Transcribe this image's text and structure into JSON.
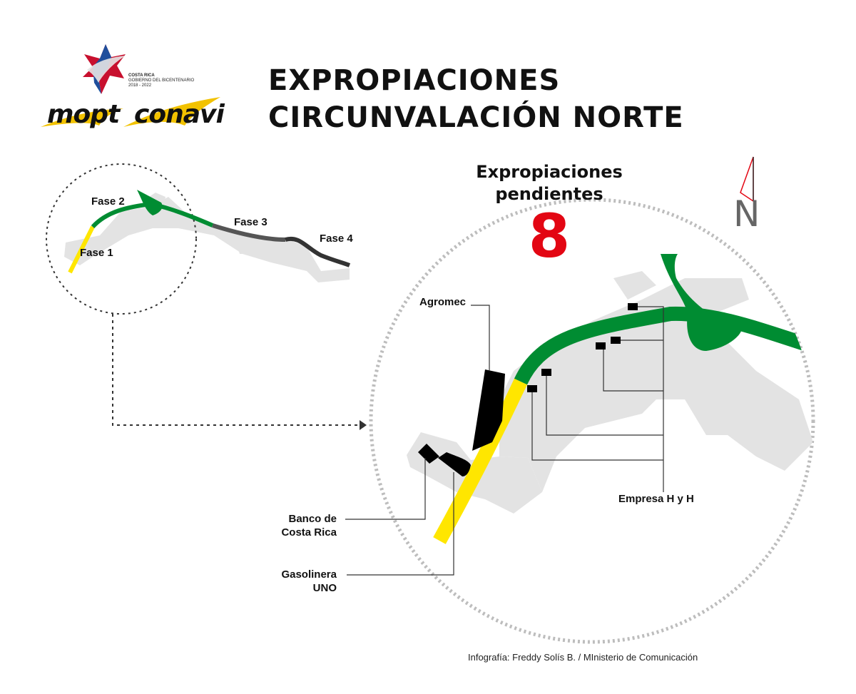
{
  "header": {
    "title_line1": "EXPROPIACIONES",
    "title_line2": "CIRCUNVALACIÓN NORTE"
  },
  "logo": {
    "country": "COSTA RICA",
    "government": "GOBIERNO DEL BICENTENARIO",
    "years": "2018 - 2022",
    "brand_left": "mopt",
    "brand_right": "conavi"
  },
  "overview_map": {
    "phases": [
      {
        "label": "Fase 1",
        "color": "#ffe600"
      },
      {
        "label": "Fase 2",
        "color": "#008c32"
      },
      {
        "label": "Fase 3",
        "color": "#555555"
      },
      {
        "label": "Fase 4",
        "color": "#333333"
      }
    ]
  },
  "pending": {
    "title": "Expropiaciones pendientes",
    "count": "8",
    "count_color": "#e30613"
  },
  "compass": {
    "letter": "N",
    "icon": "north-arrow-icon"
  },
  "callouts": {
    "agromec": "Agromec",
    "banco_line1": "Banco de",
    "banco_line2": "Costa Rica",
    "gasolinera_line1": "Gasolinera",
    "gasolinera_line2": "UNO",
    "empresa": "Empresa H y H"
  },
  "colors": {
    "fase1": "#ffe600",
    "fase2": "#008c32",
    "urban": "#e3e3e3",
    "property": "#000000"
  },
  "footer": {
    "credit": "Infografía: Freddy Solís B. / MInisterio de Comunicación"
  }
}
